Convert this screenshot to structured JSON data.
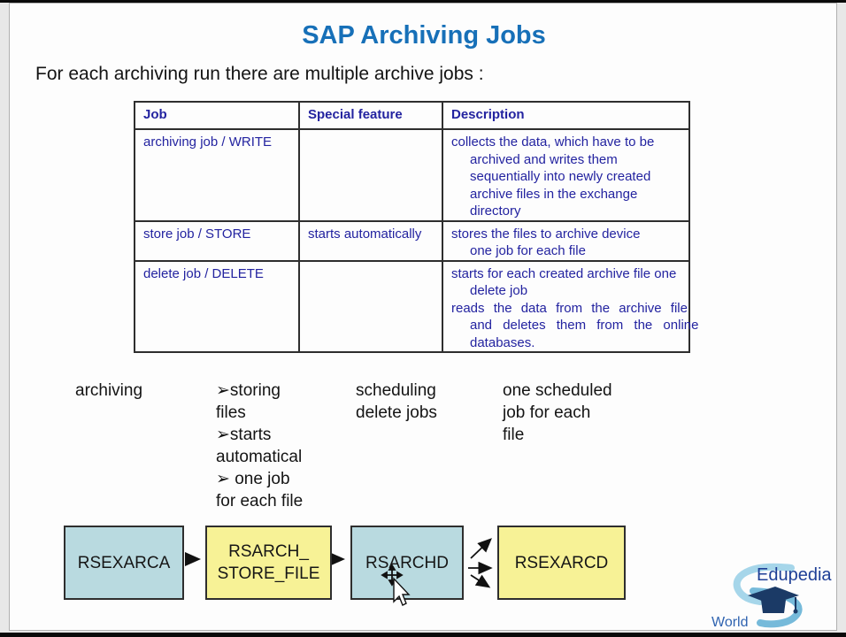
{
  "slide": {
    "title": "SAP Archiving Jobs",
    "subtitle": "For each archiving run there are multiple archive jobs :"
  },
  "table": {
    "headers": [
      "Job",
      "Special feature",
      "Description"
    ],
    "rows": [
      {
        "job": "archiving job / WRITE",
        "feature": "",
        "desc": [
          "collects the data, which have to be",
          "archived and writes them",
          "sequentially into newly created",
          "archive files in the exchange",
          "directory"
        ]
      },
      {
        "job": "store job / STORE",
        "feature": "starts automatically",
        "desc": [
          "stores the files to archive device",
          "one job for each file"
        ]
      },
      {
        "job": "delete job / DELETE",
        "feature": "",
        "desc": [
          "starts for each created archive file one",
          "delete job",
          "reads the data from the archive file",
          "and deletes them from the online",
          "databases."
        ]
      }
    ]
  },
  "annotations": [
    {
      "lines": [
        "archiving"
      ]
    },
    {
      "lines": [
        "➢storing",
        "files",
        "➢starts",
        "automatical",
        "➢ one job",
        "for each file"
      ]
    },
    {
      "lines": [
        "scheduling",
        "delete jobs"
      ]
    },
    {
      "lines": [
        "one scheduled",
        "job for each",
        "file"
      ]
    }
  ],
  "flow": {
    "boxes": [
      {
        "line1": "RSEXARCA",
        "line2": ""
      },
      {
        "line1": "RSARCH_",
        "line2": "STORE_FILE"
      },
      {
        "line1": "RSARCHD",
        "line2": ""
      },
      {
        "line1": "RSEXARCD",
        "line2": ""
      }
    ]
  },
  "logo": {
    "brand": "Edupedia",
    "world": "World"
  },
  "colors": {
    "title_blue": "#1770b8",
    "table_navy": "#2323a0",
    "box_teal": "#b9dae0",
    "box_yellow": "#f7f296"
  }
}
